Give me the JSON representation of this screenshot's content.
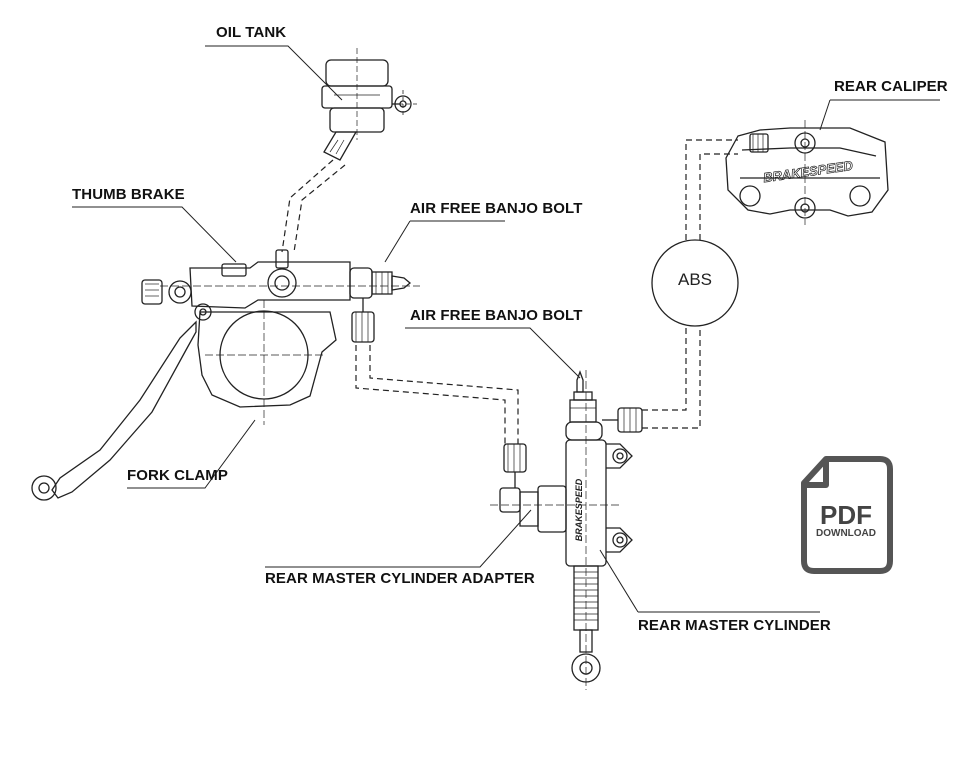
{
  "labels": {
    "oil_tank": "OIL TANK",
    "thumb_brake": "THUMB BRAKE",
    "air_free_banjo_bolt_1": "AIR FREE BANJO BOLT",
    "air_free_banjo_bolt_2": "AIR FREE BANJO BOLT",
    "fork_clamp": "FORK CLAMP",
    "rear_caliper": "REAR CALIPER",
    "rear_master_cylinder_adapter": "REAR MASTER CYLINDER ADAPTER",
    "rear_master_cylinder": "REAR MASTER CYLINDER",
    "abs": "ABS"
  },
  "brand_marking": "BRAKESPEED",
  "pdf_button": {
    "title": "PDF",
    "subtitle": "DOWNLOAD",
    "icon": "pdf-document-icon",
    "color": "#555555"
  }
}
